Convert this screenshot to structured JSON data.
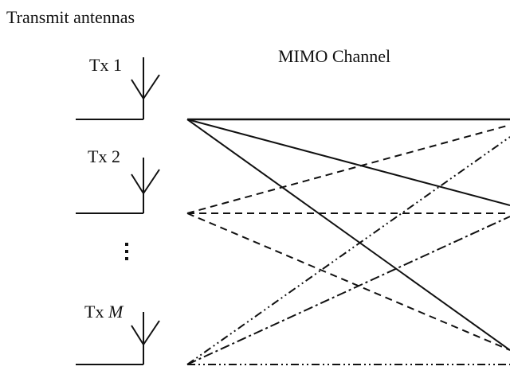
{
  "heading": "Transmit antennas",
  "channel_label": "MIMO Channel",
  "antennas": [
    {
      "prefix": "Tx",
      "index": "1"
    },
    {
      "prefix": "Tx",
      "index": "2"
    },
    {
      "prefix": "Tx",
      "index": "M"
    }
  ],
  "ellipsis": "⋮",
  "colors": {
    "ink": "#111111",
    "background": "#ffffff"
  }
}
